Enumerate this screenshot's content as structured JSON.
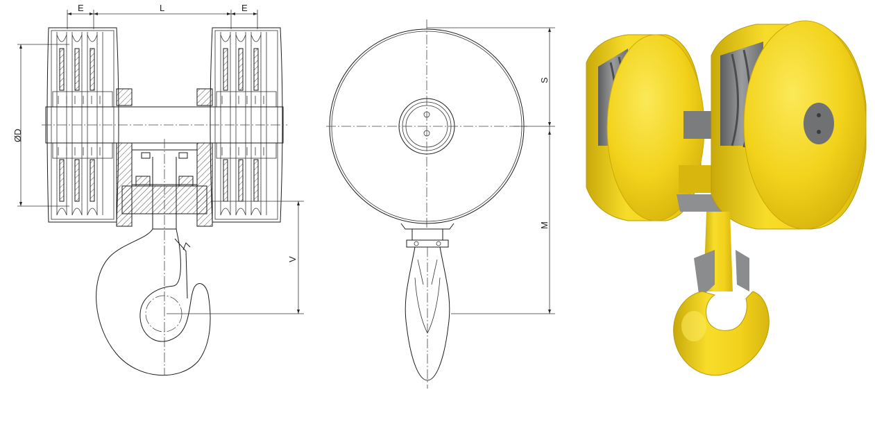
{
  "drawing": {
    "dimensions": {
      "e_left": "E",
      "l": "L",
      "e_right": "E",
      "diameter": "ØD",
      "v": "V",
      "s": "S",
      "m": "M"
    },
    "colors": {
      "line": "#1a1a1a",
      "yellow": "#f2d21b",
      "yellow_dark": "#c9a90a",
      "grey": "#7d7f80"
    }
  }
}
